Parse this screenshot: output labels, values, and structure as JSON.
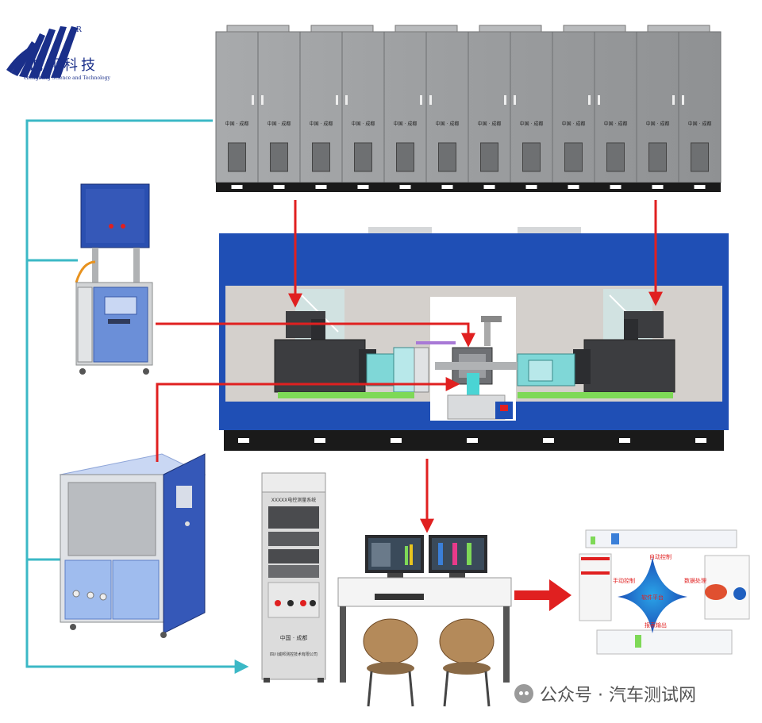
{
  "logo": {
    "name_cn": "诚邦科技",
    "name_en": "chengbang Science and Technology",
    "registered_mark": "R"
  },
  "cabinet_label": "中国 · 成都",
  "cabinet_count": 12,
  "control_cabinet": {
    "top_label": "XXXXX电控测量系统",
    "bottom_label": "中国 · 成都",
    "company_label": "四川诚邦测控技术有限公司"
  },
  "software_panel": {
    "center_label": "软件平台",
    "labels": [
      "自动控制",
      "手动控制",
      "数据处理",
      "报表输出"
    ]
  },
  "watermark": "公众号 · 汽车测试网",
  "colors": {
    "cabinet": "#9a9c9e",
    "bench_blue": "#1f4fb5",
    "flow_red": "#e02020",
    "line_cyan": "#3bb8c6",
    "motor_dark": "#3c3d40",
    "coupling_cyan": "#7fd7d7"
  }
}
